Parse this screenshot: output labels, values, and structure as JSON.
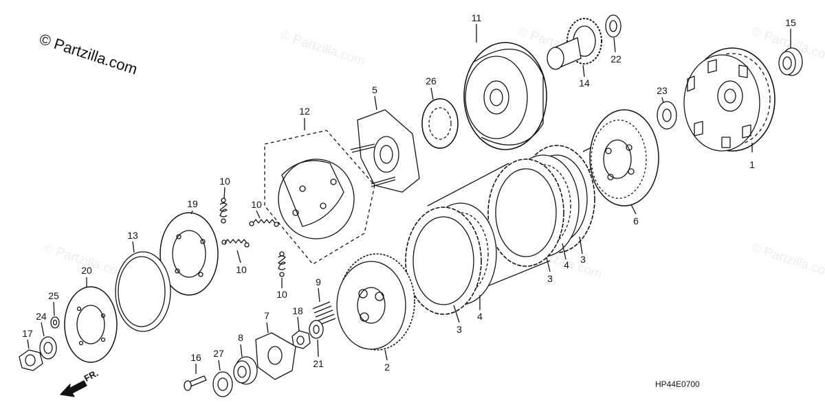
{
  "watermark": {
    "copyright": "© Partzilla.com",
    "repeat": "© Partzilla.com"
  },
  "diagram_code": "HP44E0700",
  "direction_arrow": {
    "label": "FR.",
    "icon": "front-arrow-icon"
  },
  "callouts": [
    {
      "id": "c1",
      "text": "1"
    },
    {
      "id": "c2",
      "text": "2"
    },
    {
      "id": "c3a",
      "text": "3"
    },
    {
      "id": "c3b",
      "text": "3"
    },
    {
      "id": "c3c",
      "text": "3"
    },
    {
      "id": "c4a",
      "text": "4"
    },
    {
      "id": "c4b",
      "text": "4"
    },
    {
      "id": "c5",
      "text": "5"
    },
    {
      "id": "c6",
      "text": "6"
    },
    {
      "id": "c7",
      "text": "7"
    },
    {
      "id": "c8",
      "text": "8"
    },
    {
      "id": "c9",
      "text": "9"
    },
    {
      "id": "c10a",
      "text": "10"
    },
    {
      "id": "c10b",
      "text": "10"
    },
    {
      "id": "c10c",
      "text": "10"
    },
    {
      "id": "c10d",
      "text": "10"
    },
    {
      "id": "c11",
      "text": "11"
    },
    {
      "id": "c12",
      "text": "12"
    },
    {
      "id": "c13",
      "text": "13"
    },
    {
      "id": "c14",
      "text": "14"
    },
    {
      "id": "c15",
      "text": "15"
    },
    {
      "id": "c16",
      "text": "16"
    },
    {
      "id": "c17",
      "text": "17"
    },
    {
      "id": "c18",
      "text": "18"
    },
    {
      "id": "c19",
      "text": "19"
    },
    {
      "id": "c20",
      "text": "20"
    },
    {
      "id": "c21",
      "text": "21"
    },
    {
      "id": "c22",
      "text": "22"
    },
    {
      "id": "c23",
      "text": "23"
    },
    {
      "id": "c24",
      "text": "24"
    },
    {
      "id": "c25",
      "text": "25"
    },
    {
      "id": "c26",
      "text": "26"
    },
    {
      "id": "c27",
      "text": "27"
    }
  ]
}
